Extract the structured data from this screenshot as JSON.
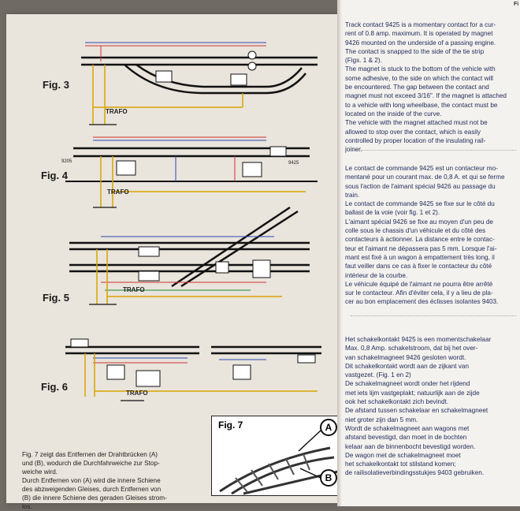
{
  "page": {
    "corner_label": "Fi"
  },
  "figures": {
    "fig3": "Fig. 3",
    "fig4": "Fig. 4",
    "fig5": "Fig. 5",
    "fig6": "Fig. 6",
    "fig7": "Fig. 7",
    "trafo": "TRAFO",
    "part_9205": "9205",
    "part_9425": "9425",
    "marker_a": "A",
    "marker_b": "B"
  },
  "caption_de": [
    "Fig. 7 zeigt das Entfernen der Drahtbrücken (A)",
    "und (B), wodurch die Durchfahrweiche zur Stop-",
    "weiche wird.",
    "Durch Entfernen von (A) wird die innere Schiene",
    "des abzweigenden Gleises, durch Entfernen von",
    "(B) die innere Schiene des geraden Gleises strom-",
    "los."
  ],
  "english": [
    "Track contact 9425 is a momentary contact for a cur-",
    "rent of 0.8 amp. maximum. It is operated by magnet",
    "9426 mounted on the underside of a passing engine.",
    "The contact is snapped to the side of the tie strip",
    "(Figs. 1 & 2).",
    "The magnet is stuck to the bottom of the vehicle with",
    "some adhesive, to the side on which the contact will",
    "be encountered. The gap between the contact and",
    "magnet must not exceed 3/16\". If the magnet is attached",
    "to a vehicle with long wheelbase, the contact must be",
    "located on the inside of the curve.",
    "The vehicle with the magnet attached must not be",
    "allowed to stop over the contact, which is easily",
    "controlled by proper location of the insulating rail-",
    "joiner."
  ],
  "french": [
    "Le contact de commande 9425 est un contacteur mo-",
    "mentané pour un courant max. de 0,8 A. et qui se ferme",
    "sous l'action de l'aimant spécial 9426 au passage du",
    "train.",
    "Le contact de commande 9425 se fixe sur le côté du",
    "ballast de la voie (voir fig. 1 et 2).",
    "L'aimant spécial 9426 se fixe au moyen d'un peu de",
    "colle sous le chassis d'un véhicule et du côté des",
    "contacteurs à actionner. La distance entre le contac-",
    "teur et l'aimant ne dépassera pas 5 mm. Lorsque l'ai-",
    "mant est fixé à un wagon à empattement très long, il",
    "faut veiller dans ce cas à fixer le contacteur du côté",
    "intérieur de la courbe.",
    "Le véhicule équipé de l'aimant ne pourra être arrêté",
    "sur le contacteur. Afin d'éviter cela, il y a lieu de pla-",
    "cer au bon emplacement des éclisses isolantes 9403."
  ],
  "dutch": [
    "Het schakelkontakt 9425 is een momentschakelaar",
    "Max. 0,8 Amp. schakelstroom, dat bij het over-",
    "van schakelmagneet 9426 gesloten wordt.",
    "Dit schakelkontakt wordt aan de zijkant van",
    "vastgezet. (Fig. 1 en 2)",
    "De schakelmagneet wordt onder het rijdend",
    "met iets lijm vastgeplakt; natuurlijk aan de zijde",
    "ook het schakelkontakt zich bevindt.",
    "De afstand tussen schakelaar en schakelmagneet",
    "niet groter zijn dan 5 mm.",
    "Wordt de schakelmagneet aan wagons met",
    "afstand bevestigd, dan moet in de bochten",
    "kelaar aan de binnenbocht bevestigd worden.",
    "De wagon met de schakelmagneet moet",
    "het schakelkontakt tot stilstand komen;",
    "de railisolatieverbindingsstukjes 9403 gebruiken."
  ]
}
